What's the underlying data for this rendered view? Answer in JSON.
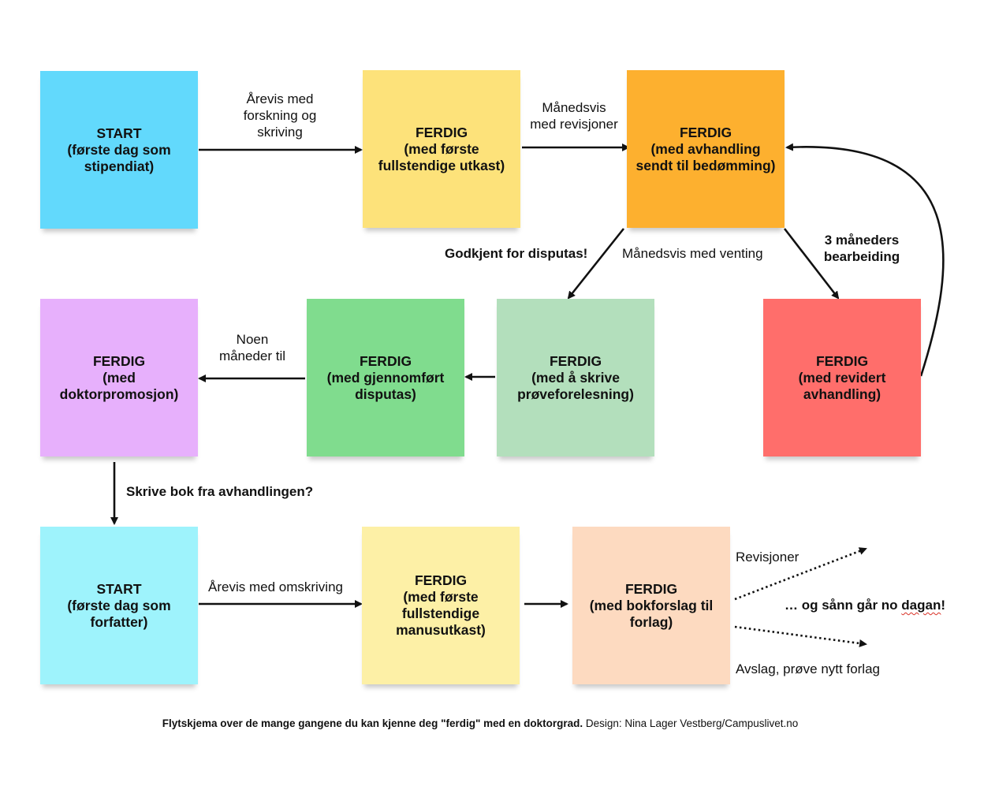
{
  "notes": {
    "n1": {
      "lines": [
        "START",
        "(første dag som",
        "stipendiat)"
      ],
      "color": "#62d9fc"
    },
    "n2": {
      "lines": [
        "FERDIG",
        "(med første",
        "fullstendige utkast)"
      ],
      "color": "#fde27a"
    },
    "n3": {
      "lines": [
        "FERDIG",
        "(med avhandling",
        "sendt til bedømming)"
      ],
      "color": "#fdb02f"
    },
    "n4": {
      "lines": [
        "FERDIG",
        "(med",
        "doktorpromosjon)"
      ],
      "color": "#e7b0fc"
    },
    "n5": {
      "lines": [
        "FERDIG",
        "(med gjennomført",
        "disputas)"
      ],
      "color": "#80dc8e"
    },
    "n6": {
      "lines": [
        "FERDIG",
        "(med å skrive",
        "prøveforelesning)"
      ],
      "color": "#b3dfbc"
    },
    "n7": {
      "lines": [
        "FERDIG",
        "(med revidert",
        "avhandling)"
      ],
      "color": "#ff6e6b"
    },
    "n8": {
      "lines": [
        "START",
        "(første dag som",
        "forfatter)"
      ],
      "color": "#9ef3fc"
    },
    "n9": {
      "lines": [
        "FERDIG",
        "(med første",
        "fullstendige",
        "manusutkast)"
      ],
      "color": "#fdf0a6"
    },
    "n10": {
      "lines": [
        "FERDIG",
        "(med bokforslag til",
        "forlag)"
      ],
      "color": "#fddac0"
    }
  },
  "labels": {
    "arevis_forskning": [
      "Årevis med",
      "forskning og",
      "skriving"
    ],
    "manedsvis_revisjoner": [
      "Månedsvis",
      "med revisjoner"
    ],
    "godkjent": "Godkjent for disputas!",
    "manedsvis_venting": "Månedsvis med venting",
    "tre_maneder": [
      "3 måneders",
      "bearbeiding"
    ],
    "noen_maneder": [
      "Noen",
      "måneder til"
    ],
    "skrive_bok": "Skrive bok fra avhandlingen?",
    "arevis_omskriving": "Årevis med omskriving",
    "revisjoner": "Revisjoner",
    "og_sann_pre": "… og sånn går no ",
    "og_sann_word": "dagan",
    "og_sann_post": "!",
    "avslag": "Avslag, prøve nytt forlag"
  },
  "caption": {
    "bold": "Flytskjema over de mange gangene du kan kjenne deg \"ferdig\" med en doktorgrad.",
    "normal": " Design: Nina Lager Vestberg/Campuslivet.no"
  }
}
